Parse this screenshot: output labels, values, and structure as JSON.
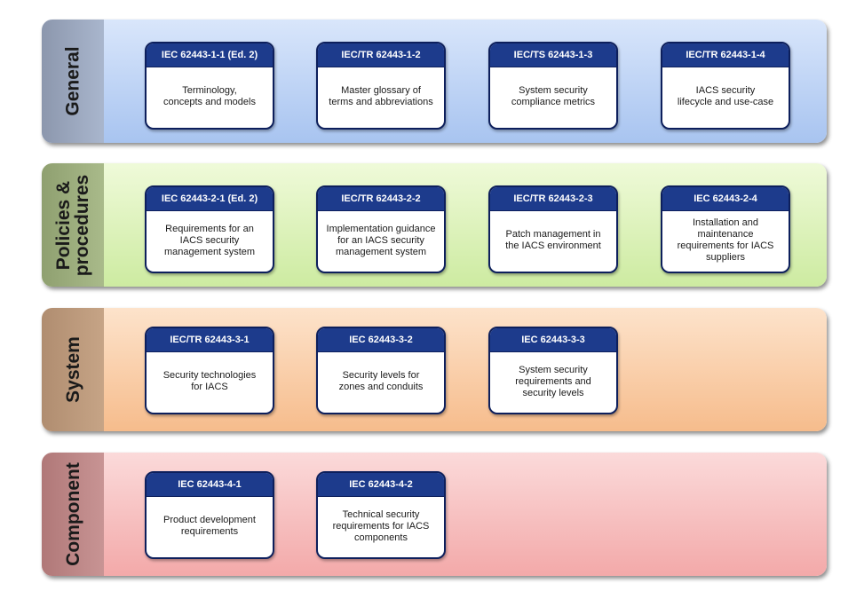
{
  "bands": [
    {
      "label": "General",
      "cards": [
        {
          "id": "IEC 62443-1-1 (Ed. 2)",
          "desc": "Terminology,\nconcepts and models"
        },
        {
          "id": "IEC/TR 62443-1-2",
          "desc": "Master glossary of\nterms and abbreviations"
        },
        {
          "id": "IEC/TS 62443-1-3",
          "desc": "System security\ncompliance metrics"
        },
        {
          "id": "IEC/TR 62443-1-4",
          "desc": "IACS security\nlifecycle and use-case"
        }
      ]
    },
    {
      "label": "Policies &\nprocedures",
      "cards": [
        {
          "id": "IEC 62443-2-1 (Ed. 2)",
          "desc": "Requirements for an\nIACS security\nmanagement system"
        },
        {
          "id": "IEC/TR 62443-2-2",
          "desc": "Implementation guidance\nfor an IACS security\nmanagement system"
        },
        {
          "id": "IEC/TR 62443-2-3",
          "desc": "Patch management in\nthe IACS environment"
        },
        {
          "id": "IEC 62443-2-4",
          "desc": "Installation and\nmaintenance\nrequirements for IACS\nsuppliers"
        }
      ]
    },
    {
      "label": "System",
      "cards": [
        {
          "id": "IEC/TR 62443-3-1",
          "desc": "Security technologies\nfor IACS"
        },
        {
          "id": "IEC 62443-3-2",
          "desc": "Security levels for\nzones and conduits"
        },
        {
          "id": "IEC 62443-3-3",
          "desc": "System security\nrequirements and\nsecurity levels"
        }
      ]
    },
    {
      "label": "Component",
      "cards": [
        {
          "id": "IEC 62443-4-1",
          "desc": "Product development\nrequirements"
        },
        {
          "id": "IEC 62443-4-2",
          "desc": "Technical security\nrequirements for IACS\ncomponents"
        }
      ]
    }
  ]
}
